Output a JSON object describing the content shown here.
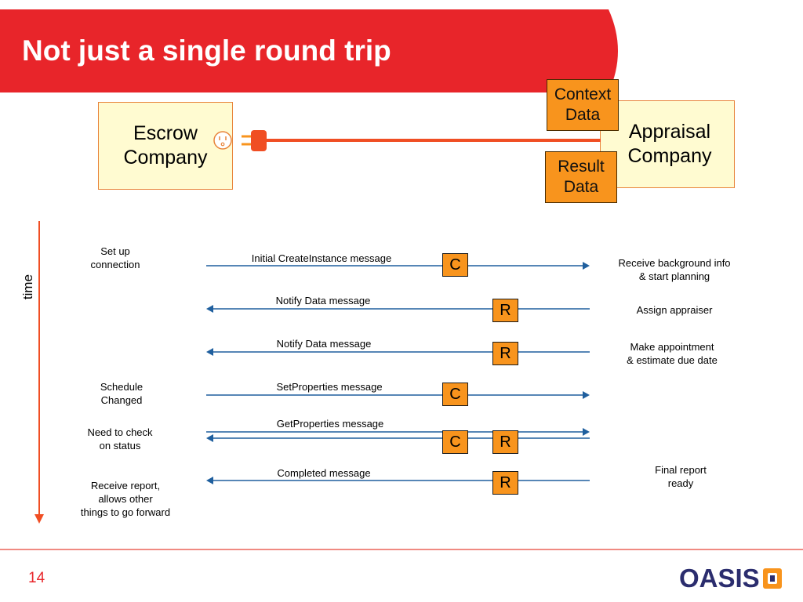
{
  "title": "Not just a single round trip",
  "parties": {
    "left": [
      "Escrow",
      "Company"
    ],
    "right": [
      "Appraisal",
      "Company"
    ]
  },
  "data_boxes": {
    "context": [
      "Context",
      "Data"
    ],
    "result": [
      "Result",
      "Data"
    ]
  },
  "time_label": "time",
  "messages": [
    {
      "label": "Initial CreateInstance message",
      "direction": "right",
      "tags": [
        "C"
      ],
      "left_note": [
        "Set up",
        "connection"
      ],
      "right_note": [
        "Receive background info",
        "& start planning"
      ]
    },
    {
      "label": "Notify Data message",
      "direction": "left",
      "tags": [
        "R"
      ],
      "left_note": [],
      "right_note": [
        "Assign appraiser"
      ]
    },
    {
      "label": "Notify Data message",
      "direction": "left",
      "tags": [
        "R"
      ],
      "left_note": [],
      "right_note": [
        "Make appointment",
        "& estimate due date"
      ]
    },
    {
      "label": "SetProperties message",
      "direction": "right",
      "tags": [
        "C"
      ],
      "left_note": [
        "Schedule",
        "Changed"
      ],
      "right_note": []
    },
    {
      "label": "GetProperties message",
      "direction": "both",
      "tags": [
        "C",
        "R"
      ],
      "left_note": [
        "Need to check",
        "on status"
      ],
      "right_note": []
    },
    {
      "label": "Completed message",
      "direction": "left",
      "tags": [
        "R"
      ],
      "left_note": [
        "Receive report,",
        "allows other",
        "things to go forward"
      ],
      "right_note": [
        "Final report",
        "ready"
      ]
    }
  ],
  "page_number": "14",
  "logo_text": "OASIS",
  "colors": {
    "banner": "#e8252a",
    "arrow": "#1f5f9e",
    "tag": "#f8941d",
    "party_fill": "#fffbd1",
    "plug_line": "#f04e23"
  }
}
